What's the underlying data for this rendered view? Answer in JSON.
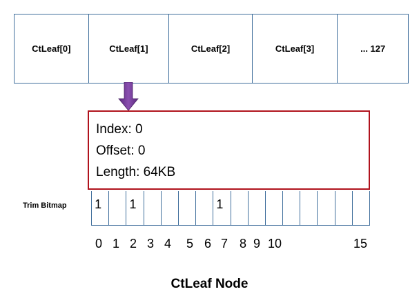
{
  "leaf_array": {
    "cells": [
      "CtLeaf[0]",
      "CtLeaf[1]",
      "CtLeaf[2]",
      "CtLeaf[3]",
      "... 127"
    ]
  },
  "info_box": {
    "lines": [
      "Index: 0",
      "Offset: 0",
      "Length: 64KB"
    ]
  },
  "bitmap": {
    "label": "Trim Bitmap",
    "values": [
      "1",
      "",
      "1",
      "",
      "",
      "",
      "",
      "1",
      "",
      "",
      "",
      "",
      "",
      "",
      "",
      ""
    ],
    "indices": [
      "0",
      "1",
      "2",
      "3",
      "4",
      "5",
      "6",
      "7",
      "8",
      "9",
      "10",
      "15"
    ]
  },
  "caption": "CtLeaf Node",
  "colors": {
    "cell_border": "#3e6d9b",
    "info_border": "#b0121c",
    "arrow": "#7a3f9c"
  },
  "icons": {
    "arrow": "down-arrow-icon"
  }
}
